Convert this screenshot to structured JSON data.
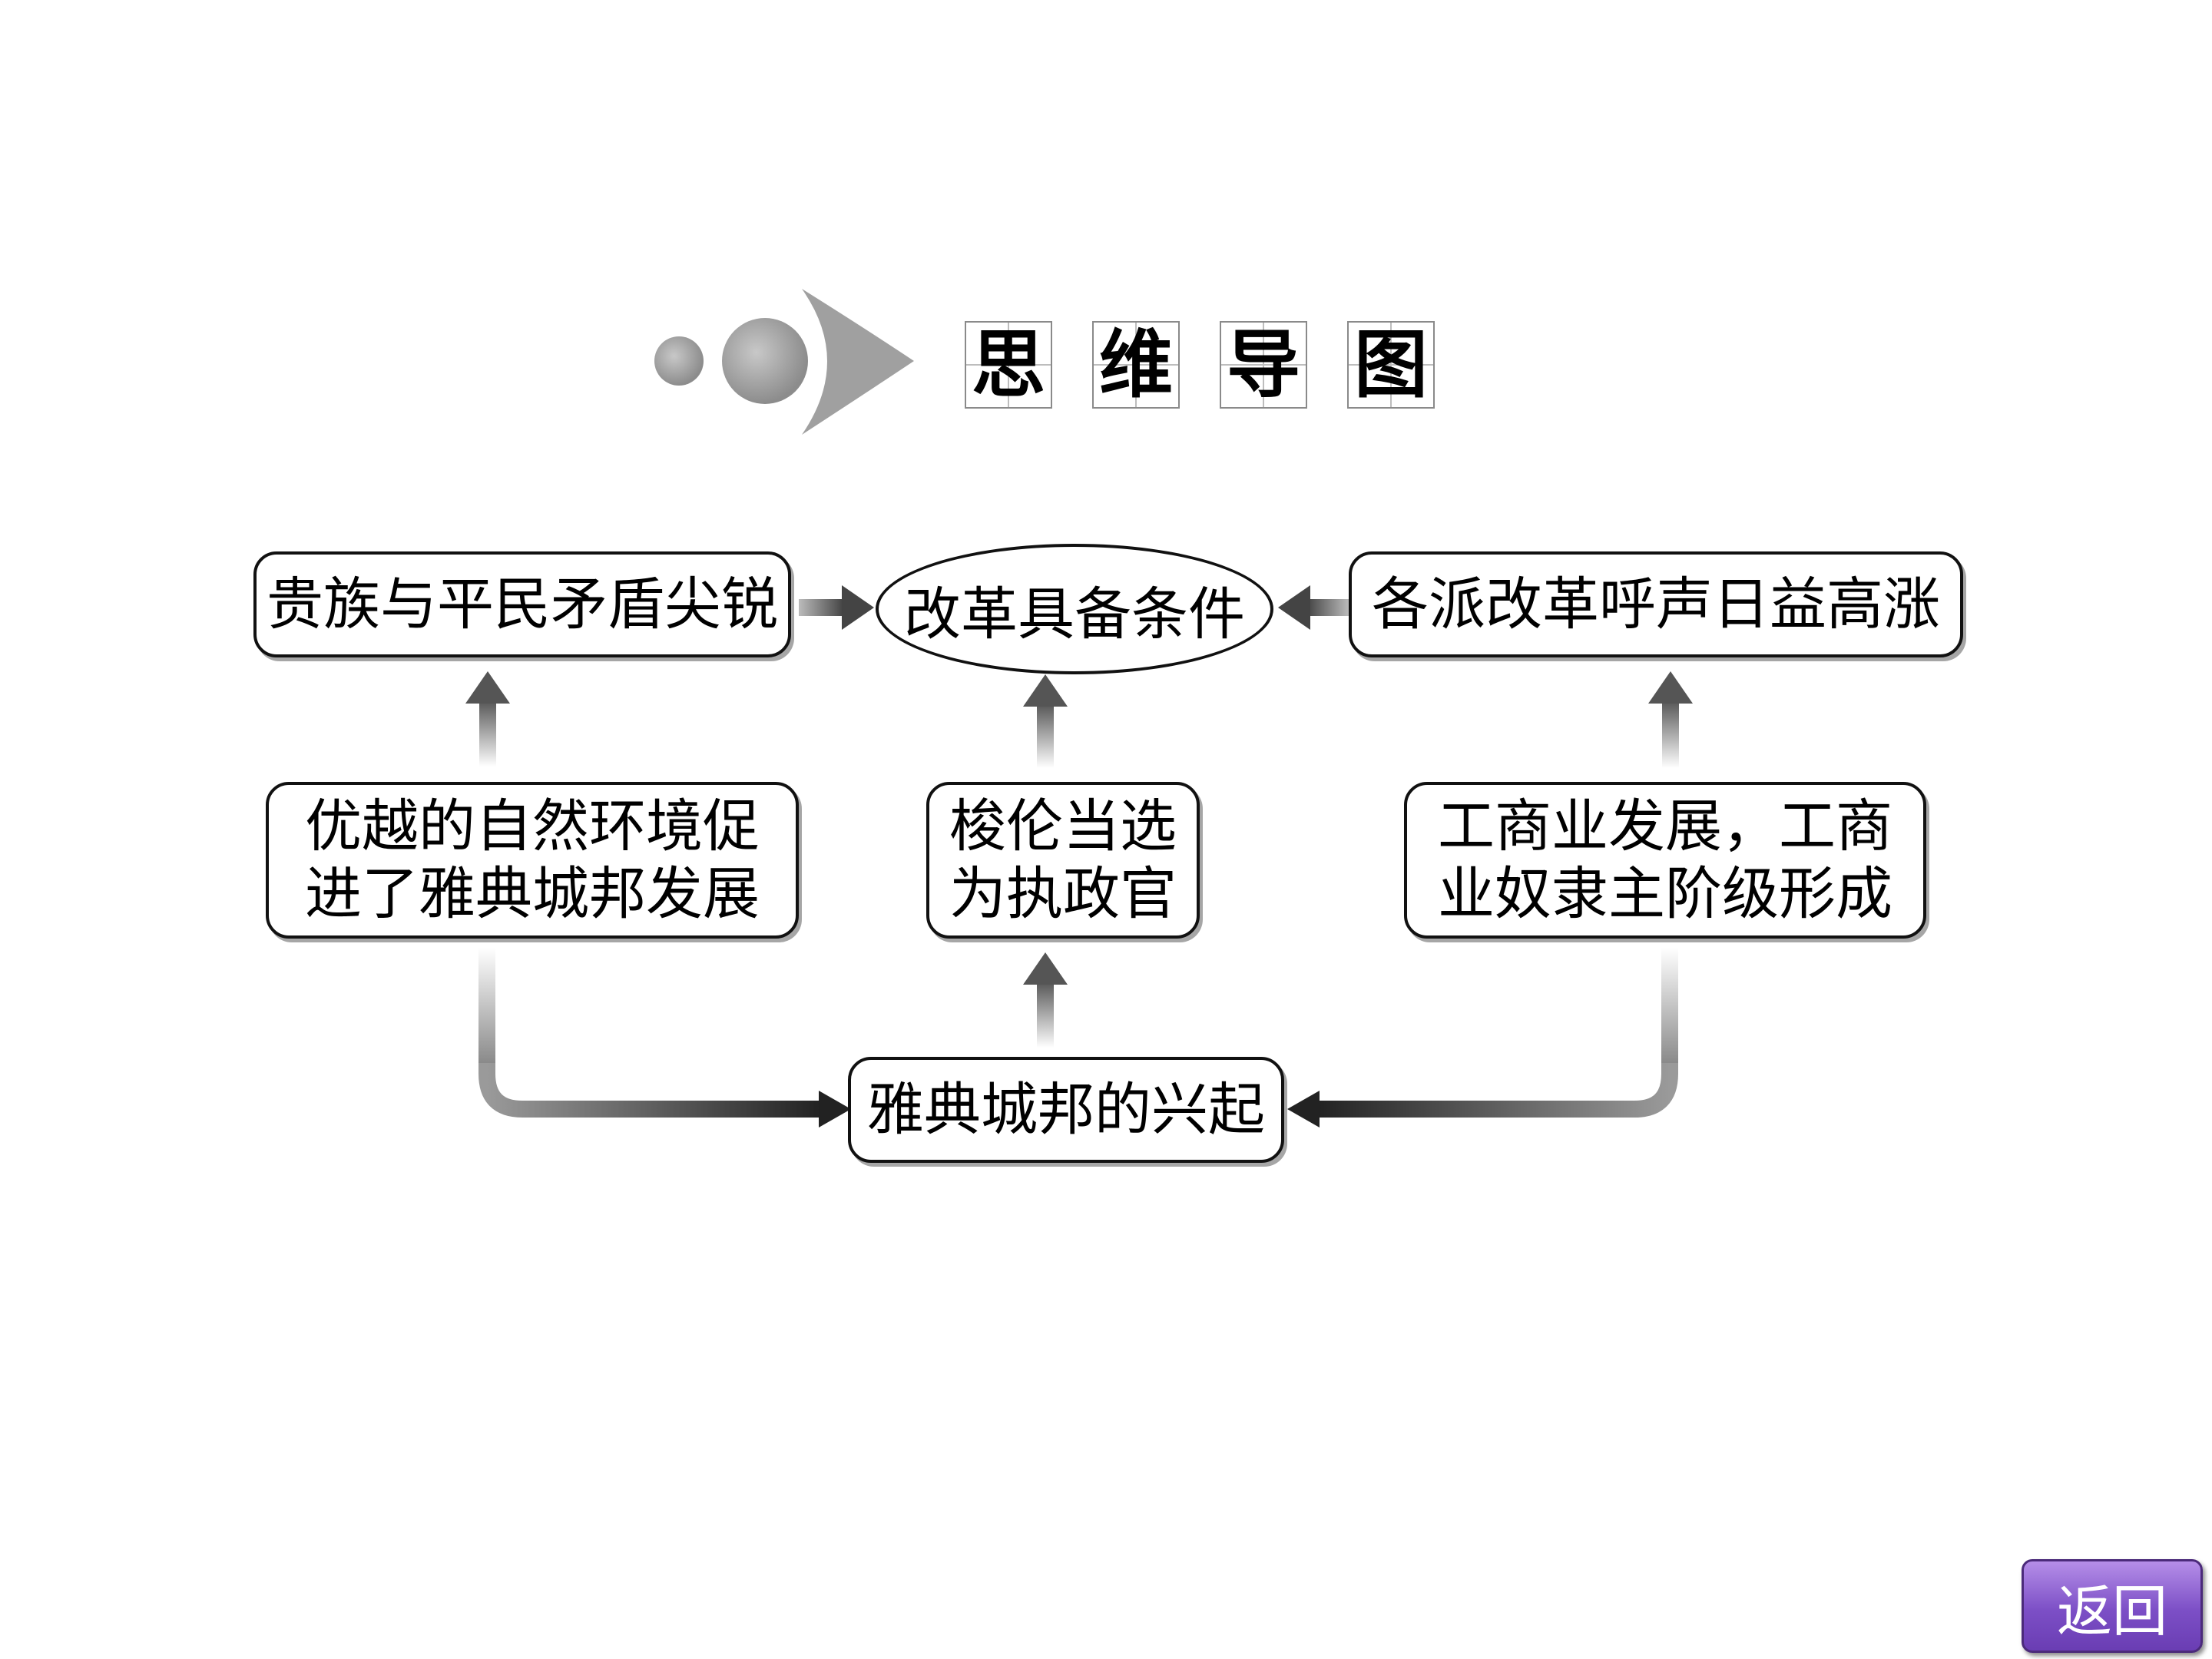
{
  "title": {
    "chars": [
      "思",
      "维",
      "导",
      "图"
    ]
  },
  "nodes": {
    "conflict": "贵族与平民矛盾尖锐",
    "conditions": "改革具备条件",
    "reform_calls": "各派改革呼声日益高涨",
    "environment": "优越的自然环境促\n进了雅典城邦发展",
    "solon": "梭伦当选\n为执政官",
    "commerce": "工商业发展，工商\n业奴隶主阶级形成",
    "rise": "雅典城邦的兴起"
  },
  "back_button": {
    "label": "返回"
  },
  "colors": {
    "button": "#7c4fc6",
    "arrow": "#3a3a3a",
    "border": "#111111"
  }
}
